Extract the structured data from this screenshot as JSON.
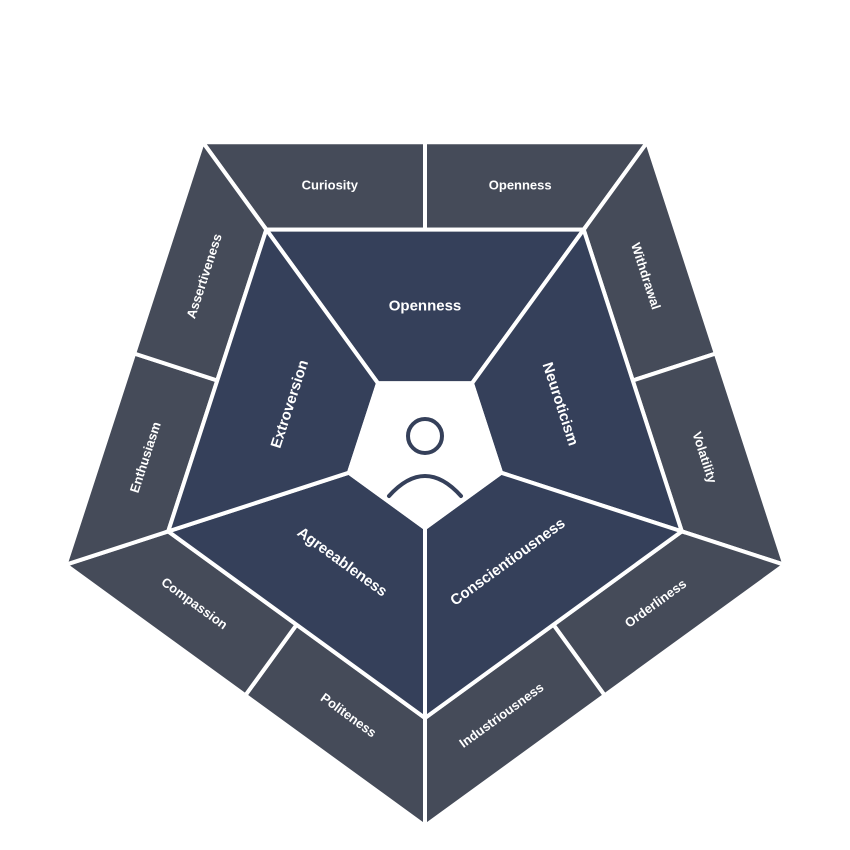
{
  "colors": {
    "outer_ring": "#454b59",
    "inner_ring": "#35405a",
    "center": "#ffffff",
    "separator": "#ffffff",
    "icon_stroke": "#35405a",
    "text": "#ffffff"
  },
  "center_icon": "person-icon",
  "traits": [
    {
      "name": "Openness",
      "facets": [
        "Curiosity",
        "Openness"
      ]
    },
    {
      "name": "Neuroticism",
      "facets": [
        "Withdrawal",
        "Volatility"
      ]
    },
    {
      "name": "Conscientiousness",
      "facets": [
        "Orderliness",
        "Industriousness"
      ]
    },
    {
      "name": "Agreeableness",
      "facets": [
        "Politeness",
        "Compassion"
      ]
    },
    {
      "name": "Extroversion",
      "facets": [
        "Enthusiasm",
        "Assertiveness"
      ]
    }
  ]
}
